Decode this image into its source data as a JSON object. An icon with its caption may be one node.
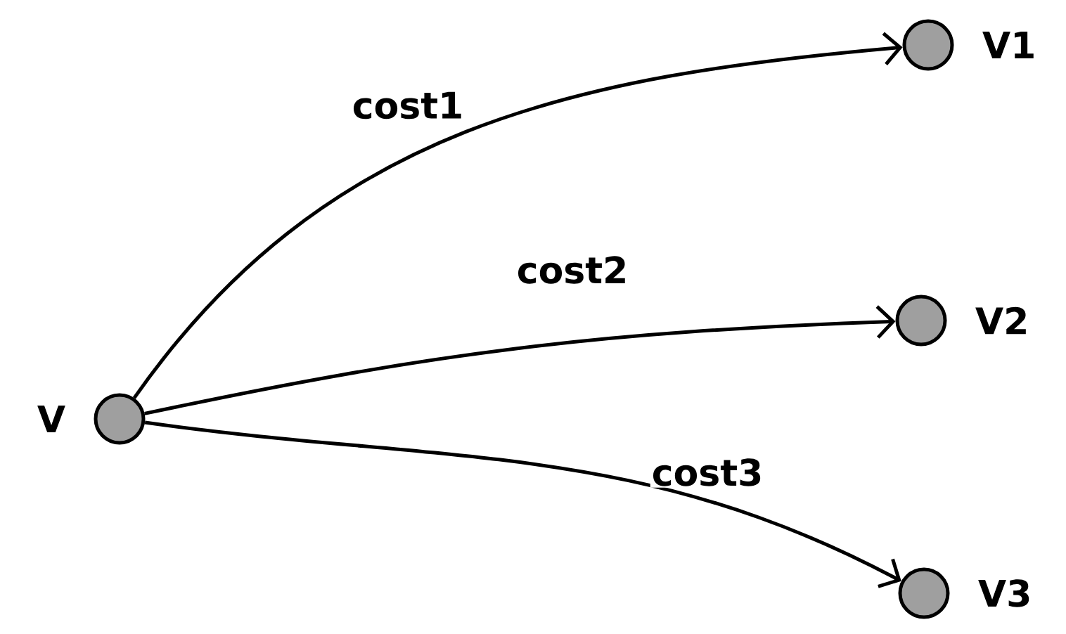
{
  "diagram": {
    "nodes": [
      {
        "text": [],
        "shape": "circle",
        "beside": [
          "V"
        ]
      },
      {
        "text": [],
        "shape": "circle",
        "beside": [
          "V1"
        ]
      },
      {
        "text": [],
        "shape": "circle",
        "beside": [
          "V2"
        ]
      },
      {
        "text": [],
        "shape": "circle",
        "beside": [
          "V3"
        ]
      }
    ],
    "edges": [
      {
        "from": 0,
        "to": 1,
        "arrow": "to",
        "label": "cost1"
      },
      {
        "from": 0,
        "to": 2,
        "arrow": "to",
        "label": "cost2"
      },
      {
        "from": 0,
        "to": 3,
        "arrow": "to",
        "label": "cost3"
      }
    ]
  }
}
